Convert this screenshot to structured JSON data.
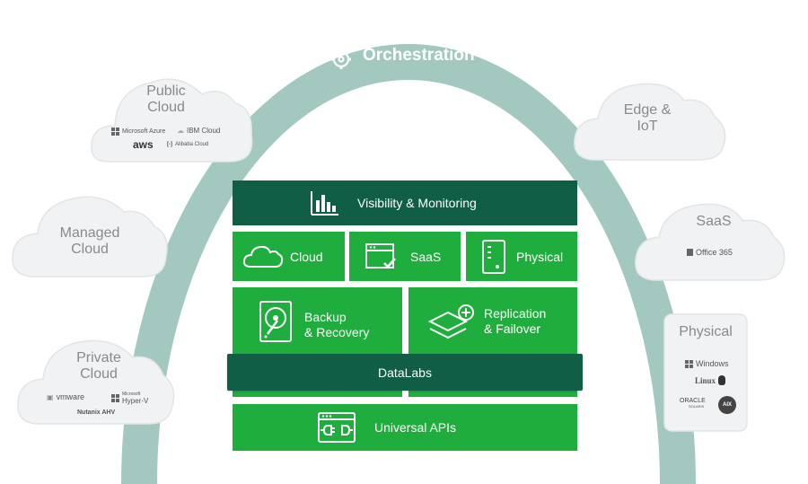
{
  "orchestration": {
    "label": "Orchestration",
    "icon": "gears-icon"
  },
  "clouds": {
    "public": {
      "label_line1": "Public",
      "label_line2": "Cloud",
      "logos": [
        "Microsoft Azure",
        "IBM Cloud",
        "aws",
        "Alibaba Cloud"
      ]
    },
    "managed": {
      "label_line1": "Managed",
      "label_line2": "Cloud"
    },
    "private": {
      "label_line1": "Private",
      "label_line2": "Cloud",
      "logos": [
        "vmware",
        "Microsoft",
        "Hyper-V",
        "Nutanix AHV"
      ]
    },
    "edge": {
      "label_line1": "Edge &",
      "label_line2": "IoT"
    },
    "saas": {
      "label": "SaaS",
      "logos": [
        "Office 365"
      ]
    },
    "physical": {
      "label": "Physical",
      "logos": [
        "Windows",
        "Linux",
        "ORACLE",
        "SOLARIS",
        "AIX"
      ]
    }
  },
  "stack": {
    "visibility": "Visibility & Monitoring",
    "cloud": "Cloud",
    "saas": "SaaS",
    "physical": "Physical",
    "backup_line1": "Backup",
    "backup_line2": "& Recovery",
    "replication_line1": "Replication",
    "replication_line2": "& Failover",
    "datalabs": "DataLabs",
    "apis": "Universal APIs"
  },
  "colors": {
    "arc": "#a3c8bf",
    "green": "#1fad3e",
    "dark_green": "#0f5e45",
    "cloud_fill": "#f0f2f3",
    "cloud_text": "#8a8a8a"
  }
}
